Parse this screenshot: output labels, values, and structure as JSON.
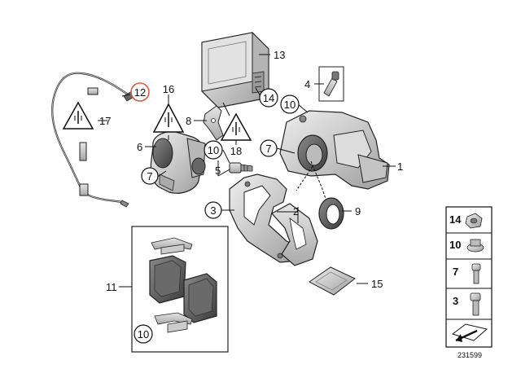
{
  "callouts": {
    "n1": "1",
    "n2": "2",
    "n3": "3",
    "n4": "4",
    "n5": "5",
    "n6": "6",
    "n7a": "7",
    "n7b": "7",
    "n8": "8",
    "n9": "9",
    "n10a": "10",
    "n10b": "10",
    "n10c": "10",
    "n11": "11",
    "n12": "12",
    "n13": "13",
    "n14": "14",
    "n15": "15",
    "n16": "16",
    "n17": "17",
    "n18": "18"
  },
  "legend": {
    "items": [
      "14",
      "10",
      "7",
      "3"
    ]
  },
  "diagram_id": "231599",
  "colors": {
    "line": "#111111",
    "part_fill": "#d4d4d4",
    "part_dark": "#9a9a9a",
    "highlight_circle": "#e05a3a"
  },
  "icons": [
    "warning-plug-icon",
    "flip-arrow-icon"
  ]
}
